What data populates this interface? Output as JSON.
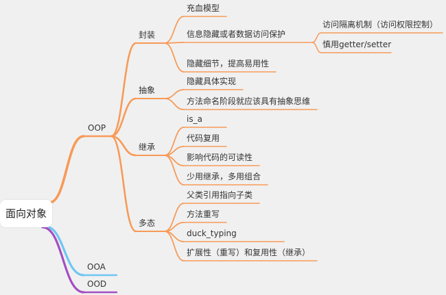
{
  "colors": {
    "background": "#f0f0f0",
    "oop_branch": "#f79a57",
    "ooa_branch": "#6ec6f3",
    "ood_branch": "#a34ec2",
    "text": "#333333"
  },
  "mindmap": {
    "root": "面向对象",
    "branches": [
      {
        "label": "OOP",
        "children": [
          {
            "label": "封装",
            "children": [
              {
                "label": "充血模型"
              },
              {
                "label": "信息隐藏或者数据访问保护",
                "children": [
                  {
                    "label": "访问隔离机制（访问权限控制）"
                  },
                  {
                    "label": "慎用getter/setter"
                  }
                ]
              },
              {
                "label": "隐藏细节，提高易用性"
              }
            ]
          },
          {
            "label": "抽象",
            "children": [
              {
                "label": "隐藏具体实现"
              },
              {
                "label": "方法命名阶段就应该具有抽象思维"
              }
            ]
          },
          {
            "label": "继承",
            "children": [
              {
                "label": "is_a"
              },
              {
                "label": "代码复用"
              },
              {
                "label": "影响代码的可读性"
              },
              {
                "label": "少用继承，多用组合"
              }
            ]
          },
          {
            "label": "多态",
            "children": [
              {
                "label": "父类引用指向子类"
              },
              {
                "label": "方法重写"
              },
              {
                "label": "duck_typing"
              },
              {
                "label": "扩展性（重写）和复用性（继承）"
              }
            ]
          }
        ]
      },
      {
        "label": "OOA"
      },
      {
        "label": "OOD"
      }
    ]
  }
}
